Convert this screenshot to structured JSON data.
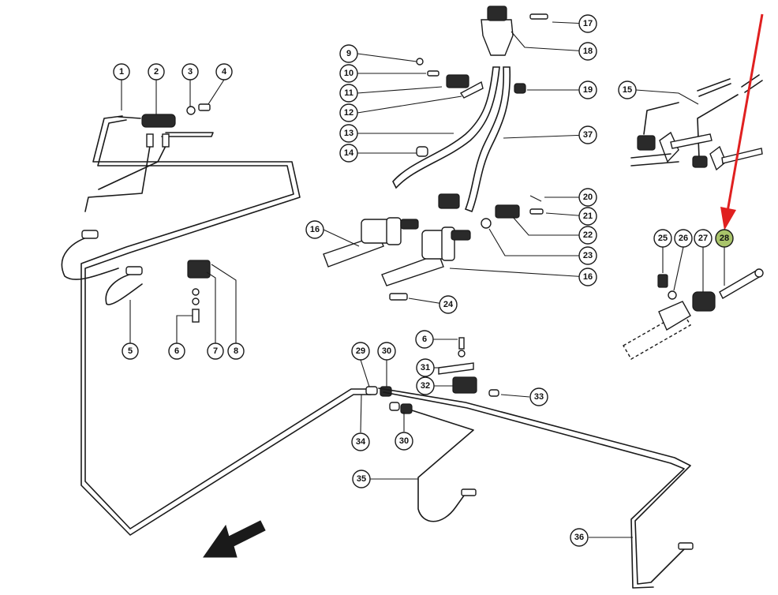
{
  "diagram": {
    "callouts": [
      {
        "label": "1"
      },
      {
        "label": "2"
      },
      {
        "label": "3"
      },
      {
        "label": "4"
      },
      {
        "label": "5"
      },
      {
        "label": "6"
      },
      {
        "label": "7"
      },
      {
        "label": "8"
      },
      {
        "label": "9"
      },
      {
        "label": "10"
      },
      {
        "label": "11"
      },
      {
        "label": "12"
      },
      {
        "label": "13"
      },
      {
        "label": "14"
      },
      {
        "label": "16"
      },
      {
        "label": "16"
      },
      {
        "label": "17"
      },
      {
        "label": "18"
      },
      {
        "label": "19"
      },
      {
        "label": "37"
      },
      {
        "label": "20"
      },
      {
        "label": "21"
      },
      {
        "label": "22"
      },
      {
        "label": "23"
      },
      {
        "label": "24"
      },
      {
        "label": "15"
      },
      {
        "label": "25"
      },
      {
        "label": "26"
      },
      {
        "label": "27"
      },
      {
        "label": "28",
        "highlighted": true
      },
      {
        "label": "29"
      },
      {
        "label": "30"
      },
      {
        "label": "6"
      },
      {
        "label": "31"
      },
      {
        "label": "32"
      },
      {
        "label": "33"
      },
      {
        "label": "34"
      },
      {
        "label": "30"
      },
      {
        "label": "35"
      },
      {
        "label": "36"
      }
    ],
    "highlight_color": "#a9c46a",
    "pointer_arrow_color": "#e02020"
  }
}
